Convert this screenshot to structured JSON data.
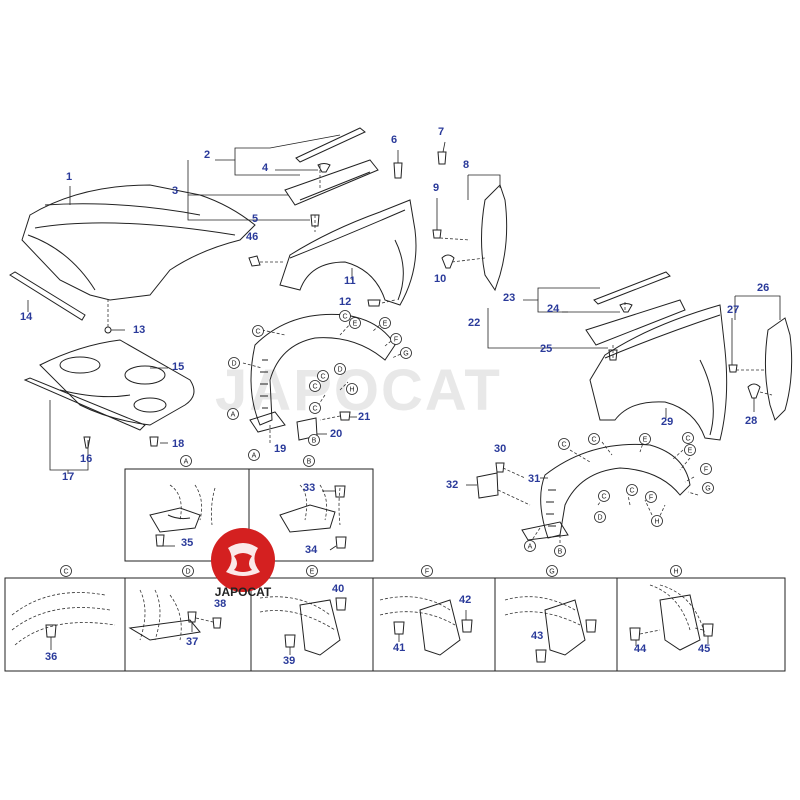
{
  "watermark": "JAPOCAT",
  "logo": {
    "text": "JAPOCAT",
    "color": "#d42020"
  },
  "colors": {
    "callout": "#2a3a9a",
    "line": "#222222"
  },
  "callouts": [
    "1",
    "2",
    "3",
    "4",
    "5",
    "6",
    "7",
    "8",
    "9",
    "10",
    "11",
    "12",
    "13",
    "14",
    "15",
    "16",
    "17",
    "18",
    "19",
    "20",
    "21",
    "22",
    "23",
    "24",
    "25",
    "26",
    "27",
    "28",
    "29",
    "30",
    "31",
    "32",
    "33",
    "34",
    "35",
    "36",
    "37",
    "38",
    "39",
    "40",
    "41",
    "42",
    "43",
    "44",
    "45",
    "46"
  ],
  "markers": [
    "A",
    "B",
    "C",
    "D",
    "E",
    "F",
    "G",
    "H"
  ],
  "detail_panels": [
    "A",
    "B",
    "C",
    "D",
    "E",
    "F",
    "G",
    "H"
  ]
}
